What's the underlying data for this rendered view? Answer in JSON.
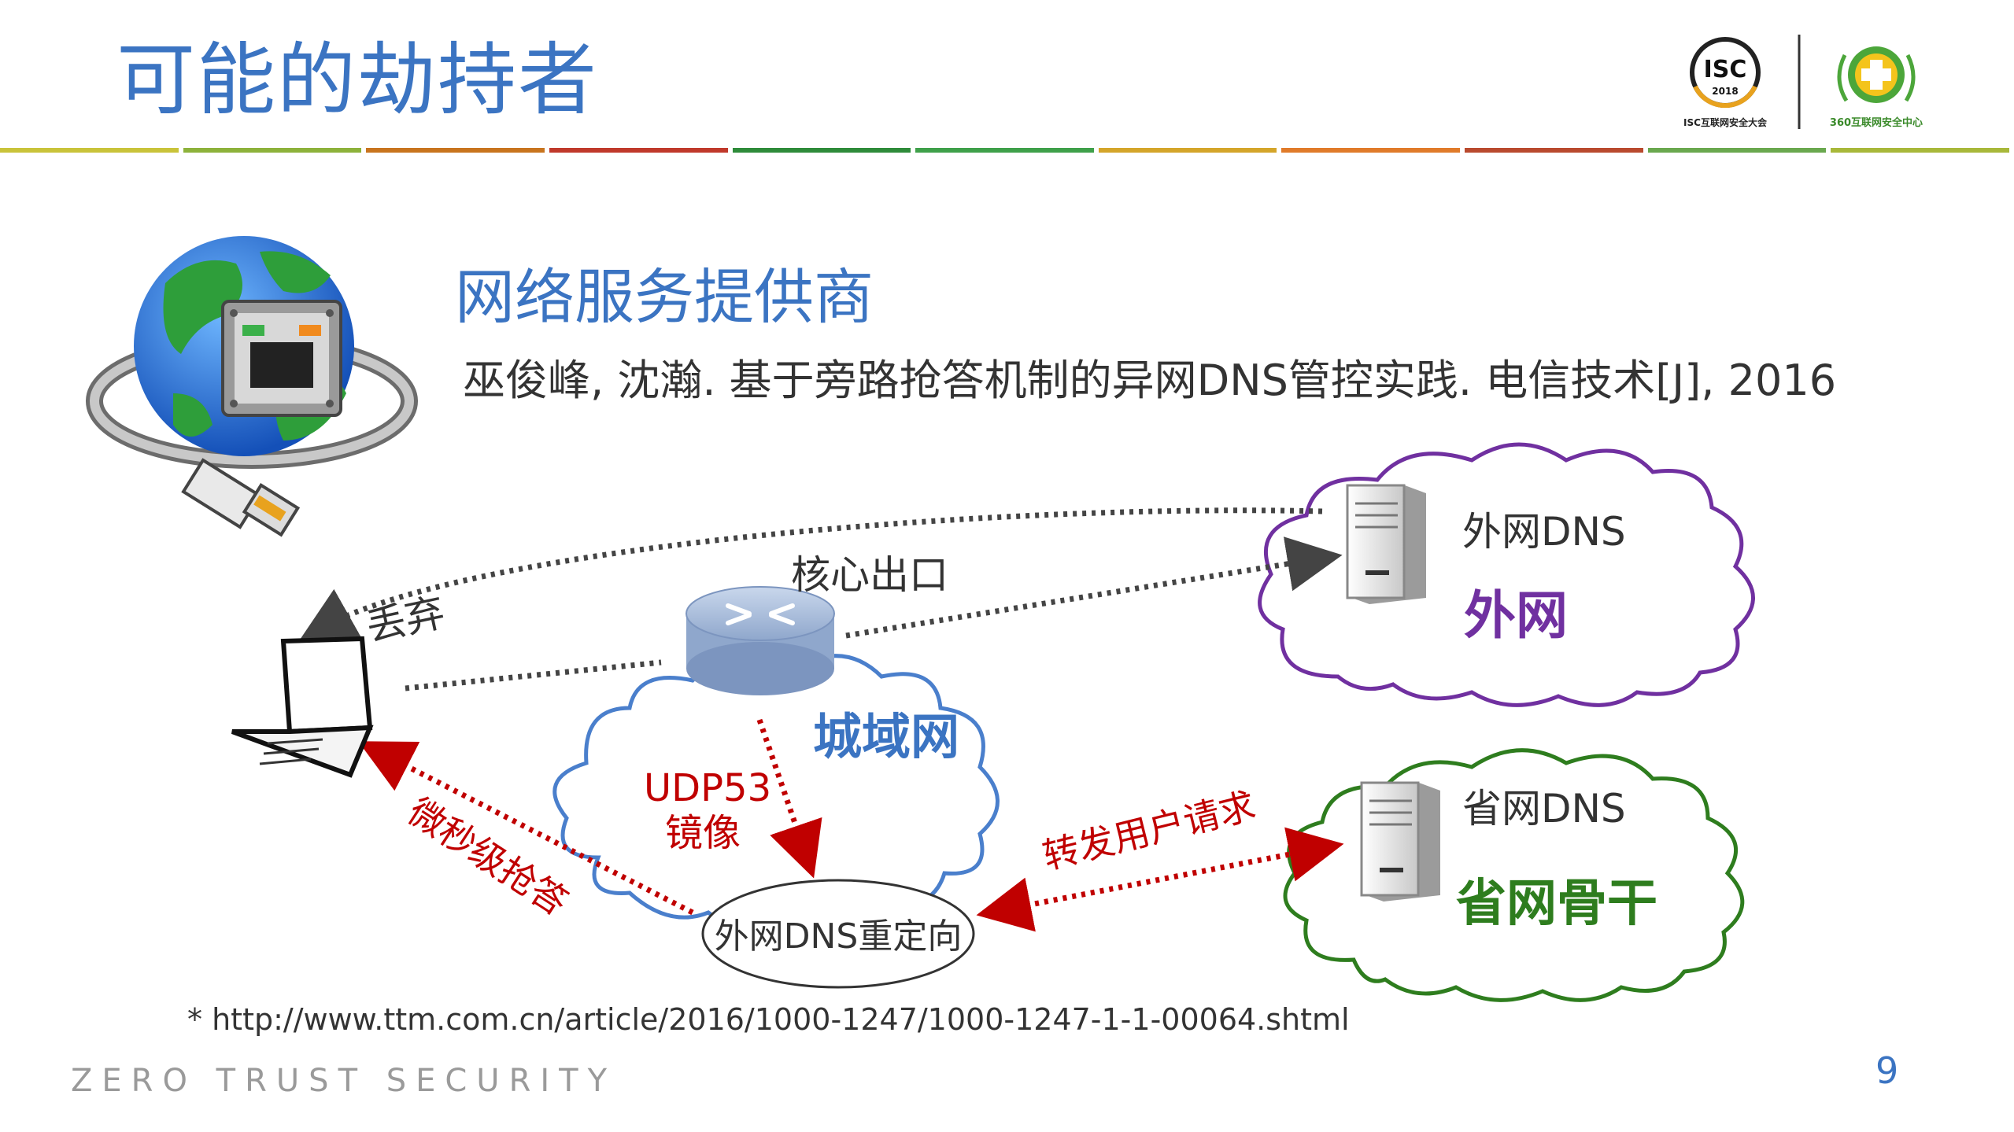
{
  "slide": {
    "title": "可能的劫持者",
    "page_number": "9",
    "footer_brand": "ZERO TRUST SECURITY",
    "footnote": "* http://www.ttm.com.cn/article/2016/1000-1247/1000-1247-1-1-00064.shtml"
  },
  "logos": {
    "isc_text": "ISC",
    "isc_year": "2018",
    "isc_caption": "ISC互联网安全大会",
    "sec360_caption": "360互联网安全中心"
  },
  "content": {
    "subtitle": "网络服务提供商",
    "citation": "巫俊峰, 沈瀚. 基于旁路抢答机制的异网DNS管控实践. 电信技术[J], 2016"
  },
  "diagram": {
    "discard_label": "丢弃",
    "core_exit_label": "核心出口",
    "metro_net_label": "城域网",
    "udp_label": "UDP53",
    "mirror_label": "镜像",
    "microsecond_label": "微秒级抢答",
    "redirect_label": "外网DNS重定向",
    "forward_label": "转发用户请求",
    "external_dns_label": "外网DNS",
    "external_net_label": "外网",
    "provincial_dns_label": "省网DNS",
    "provincial_backbone_label": "省网骨干"
  },
  "colors": {
    "title_blue": "#3B74C2",
    "purple": "#7030A0",
    "green": "#2E7D1E",
    "red": "#C00000",
    "cloud_blue": "#4A7FCC"
  },
  "band_colors": [
    "#C9C33A",
    "#8DB23B",
    "#C8741E",
    "#C0392B",
    "#2E8B3A",
    "#3FA04A",
    "#D4A52A",
    "#E07B2A",
    "#B94A2E",
    "#6AA84F",
    "#A8B83A"
  ]
}
